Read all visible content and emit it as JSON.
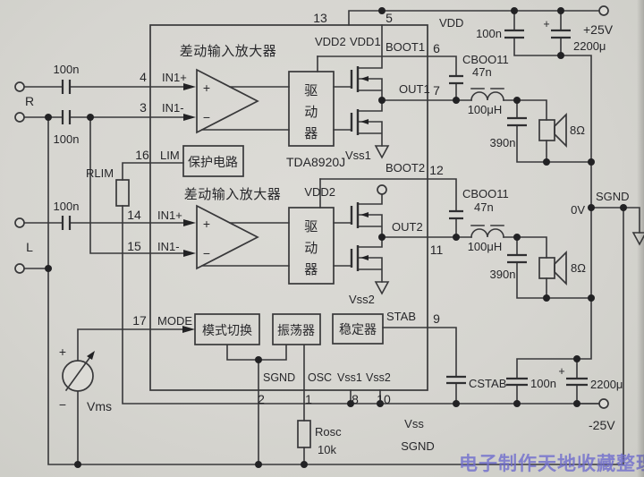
{
  "watermark": "电子制作天地收藏整理",
  "terminals": {
    "r": "R",
    "l": "L",
    "plus25": "+25V",
    "minus25": "-25V",
    "vdd": "VDD",
    "zero": "0V",
    "sgnd_mid": "SGND",
    "vss": "Vss",
    "sgnd_bottom": "SGND"
  },
  "ic": {
    "part": "TDA8920J",
    "amp_title1": "差动输入放大器",
    "amp_title2": "差动输入放大器",
    "driver1": "驱动器",
    "driver2": "驱动器",
    "protect_block": "保护电路",
    "mode_block": "模式切换",
    "osc_block": "振荡器",
    "stab_block": "稳定器",
    "plus": "+",
    "minus": "−",
    "internal": {
      "vdd2": "VDD2",
      "vss1": "Vss1",
      "vss2": "Vss2"
    },
    "pins": {
      "p4": {
        "num": "4",
        "name": "IN1+"
      },
      "p3": {
        "num": "3",
        "name": "IN1-"
      },
      "p16": {
        "num": "16",
        "name": "LIM"
      },
      "p14": {
        "num": "14",
        "name": "IN1+"
      },
      "p15": {
        "num": "15",
        "name": "IN1-"
      },
      "p17": {
        "num": "17",
        "name": "MODE"
      },
      "p13": {
        "num": "13",
        "name": "VDD2"
      },
      "p5": {
        "num": "5",
        "name": "VDD1"
      },
      "p6": {
        "num": "6",
        "name": "BOOT1"
      },
      "p7": {
        "num": "7",
        "name": "OUT1"
      },
      "p12": {
        "num": "12",
        "name": "BOOT2"
      },
      "p11": {
        "num": "11",
        "name": "OUT2"
      },
      "p9": {
        "num": "9",
        "name": "STAB"
      },
      "p2": {
        "num": "2",
        "name": "SGND"
      },
      "p1": {
        "num": "1",
        "name": "OSC"
      },
      "p8": {
        "num": "8",
        "name": "Vss1"
      },
      "p10": {
        "num": "10",
        "name": "Vss2"
      }
    }
  },
  "components": {
    "c_in_r_top": "100n",
    "c_in_r_bot": "100n",
    "c_in_l": "100n",
    "rlim": "RLIM",
    "cboot1": "CBOO11",
    "cboot1_val": "47n",
    "cboot2": "CBOO11",
    "cboot2_val": "47n",
    "l1": "100μH",
    "l2": "100μH",
    "c_out1": "390n",
    "c_out2": "390n",
    "spk1": "8Ω",
    "spk2": "8Ω",
    "c_dec_top1": "100n",
    "c_dec_top2": "2200μ",
    "c_dec_bot1": "100n",
    "c_dec_bot2": "2200μ",
    "cstab": "CSTAB",
    "rosc": "Rosc",
    "rosc_val": "10k",
    "vms": "Vms",
    "vms_plus": "+",
    "vms_minus": "−",
    "el_plus": "+"
  }
}
